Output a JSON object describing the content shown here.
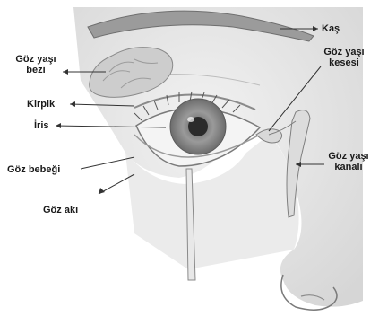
{
  "labels": {
    "eyebrow": "Kaş",
    "lacrimal_gland_line1": "Göz yaşı",
    "lacrimal_gland_line2": "bezi",
    "eyelash": "Kirpik",
    "iris": "İris",
    "pupil": "Göz bebeği",
    "sclera": "Göz akı",
    "lacrimal_sac_line1": "Göz yaşı",
    "lacrimal_sac_line2": "kesesi",
    "tear_duct_line1": "Göz yaşı",
    "tear_duct_line2": "kanalı"
  },
  "colors": {
    "skin": "#ececec",
    "skin_shade": "#d2d2d2",
    "outline": "#7a7a7a",
    "gland": "#cfcfcf",
    "iris": "#8f8f8f",
    "pupil": "#2b2b2b",
    "sclera": "#f4f4f4",
    "duct": "#d9d9d9",
    "pointer": "#333333"
  }
}
